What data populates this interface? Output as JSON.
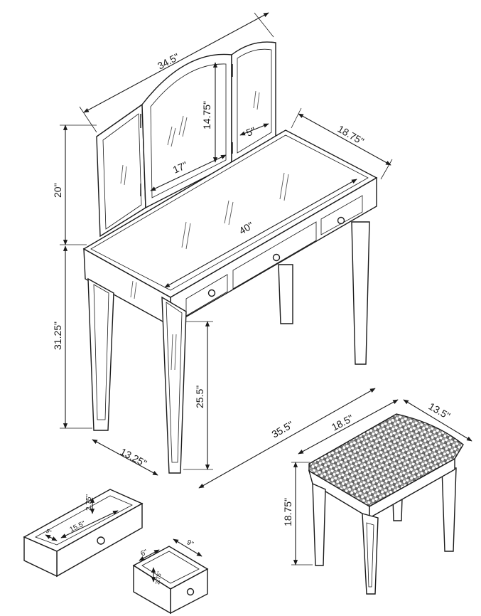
{
  "dimensions": {
    "mirror_width": "34.5\"",
    "mirror_center_height": "14.75\"",
    "mirror_side_width": "5\"",
    "mirror_center_width": "17\"",
    "mirror_height": "20\"",
    "table_depth": "18.75\"",
    "table_width": "40\"",
    "table_height": "31.25\"",
    "leg_spacing": "13.25\"",
    "knee_height": "25.5\"",
    "overall_width": "35.5\"",
    "bench_width": "18.5\"",
    "bench_depth": "13.5\"",
    "bench_height": "18.75\"",
    "large_drawer_height": "2.75\"",
    "large_drawer_width": "15.5\"",
    "large_drawer_depth": "9\"",
    "small_drawer_width": "6\"",
    "small_drawer_depth": "9\"",
    "small_drawer_height": "2.75\""
  }
}
